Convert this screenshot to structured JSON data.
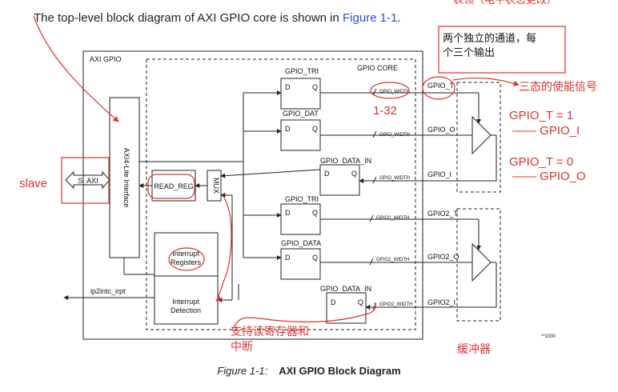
{
  "intro": {
    "text_before": "The top-level block diagram of AXI GPIO core is shown in ",
    "link": "Figure 1-1",
    "text_after": "."
  },
  "caption": {
    "number": "Figure 1-1:",
    "title": "AXI GPIO Block Diagram"
  },
  "diagram": {
    "outer_label": "AXI GPIO",
    "core_label": "GPIO CORE",
    "s_axi": "S_AXI",
    "axi_lite": "AXI4-Lite Interface",
    "read_reg": "READ_REG",
    "mux": "MUX",
    "irq_regs": [
      "Interrupt",
      "Registers"
    ],
    "irq_detect": [
      "Interrupt",
      "Detection"
    ],
    "ip2intc": "ip2intc_irpt",
    "flop_d": "D",
    "flop_q": "Q",
    "ch1_tri": "GPIO_TRI",
    "ch1_dat": "GPIO_DAT",
    "ch1_in": "GPIO_DATA_IN",
    "ch2_tri": "GPIO_TRI",
    "ch2_dat": "GPIO_DATA",
    "ch2_in": "GPIO_DATA_IN",
    "w1": "GPIO_WIDTH",
    "w2": "GPIO2_WIDTH",
    "gpio_t": "GPIO_T",
    "gpio_o": "GPIO_O",
    "gpio_i": "GPIO_I",
    "gpio2_t": "GPIO2_T",
    "gpio2_o": "GPIO2_O",
    "gpio2_i": "GPIO2_I",
    "watermark": "**1000"
  },
  "annotations": {
    "top_clip": "表领（电平状态更改）",
    "box_line1": "两个独立的通道，每",
    "box_line2": "个三个输出",
    "tristate_enable": "三态的使能信号",
    "range": "1-32",
    "t1": "GPIO_T = 1",
    "t1_res": "—— GPIO_I",
    "t0": "GPIO_T = 0",
    "t0_res": "—— GPIO_O",
    "slave": "slave",
    "rw_line1": "支持读寄存器和",
    "rw_line2": "中断",
    "buffer": "缓冲器"
  },
  "colors": {
    "annotation": "#d9342b",
    "link": "#2b4fd1",
    "line": "#222222"
  }
}
